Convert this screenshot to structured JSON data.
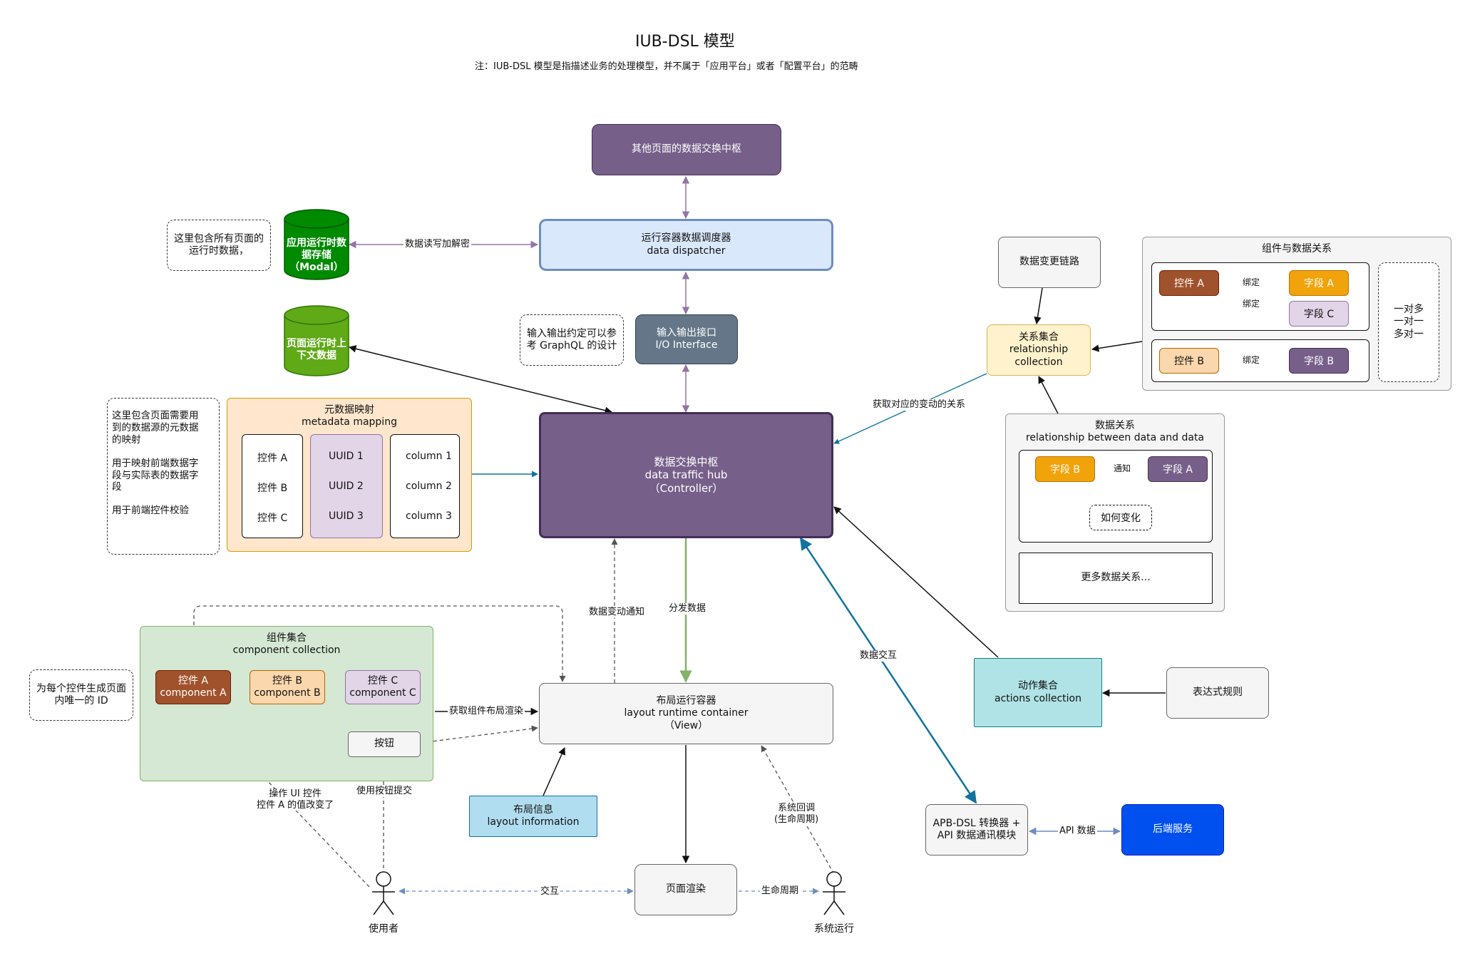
{
  "header": {
    "title": "IUB-DSL 模型",
    "subtitle": "注：IUB-DSL 模型是指描述业务的处理模型，并不属于「应用平台」或者「配置平台」的范畴"
  },
  "nodes": {
    "other_hub": "其他页面的数据交换中枢",
    "dispatcher": [
      "运行容器数据调度器",
      "data dispatcher"
    ],
    "io": [
      "输入输出接口",
      "I/O Interface"
    ],
    "hub": [
      "数据交换中枢",
      "data traffic hub",
      "（Controller）"
    ],
    "layout_container": [
      "布局运行容器",
      "layout runtime container",
      "（View）"
    ],
    "layout_info": [
      "布局信息",
      "layout information"
    ],
    "page_render": "页面渲染",
    "relationship": [
      "关系集合",
      "relationship collection"
    ],
    "change_chain": "数据变更链路",
    "actions": [
      "动作集合",
      "actions collection"
    ],
    "expr_rules": "表达式规则",
    "apb": [
      "APB-DSL 转换器 +",
      "API 数据通讯模块"
    ],
    "backend": "后端服务",
    "storage": [
      "应用运行时数",
      "据存储",
      "（Modal）"
    ],
    "context": [
      "页面运行时上",
      "下文数据"
    ]
  },
  "notes": {
    "storage_note": [
      "这里包含所有页面的",
      "运行时数据，"
    ],
    "graphql_note": [
      "输入输出约定可以参",
      "考 GraphQL 的设计"
    ],
    "meta_note": [
      "这里包含页面需要用",
      "到的数据源的元数据",
      "的映射",
      "",
      "用于映射前端数据字",
      "段与实际表的数据字",
      "段",
      "",
      "用于前端控件校验"
    ],
    "id_note": [
      "为每个控件生成页面",
      "内唯一的 ID"
    ],
    "onetomany": [
      "一对多",
      "一对一",
      "多对一"
    ],
    "how_change": "如何变化",
    "more_relations": "更多数据关系..."
  },
  "metadata": {
    "title": [
      "元数据映射",
      "metadata mapping"
    ],
    "controls": [
      "控件 A",
      "控件 B",
      "控件 C"
    ],
    "uuids": [
      "UUID 1",
      "UUID 2",
      "UUID 3"
    ],
    "columns": [
      "column 1",
      "column 2",
      "column 3"
    ]
  },
  "components": {
    "title": [
      "组件集合",
      "component collection"
    ],
    "a": [
      "控件 A",
      "component A"
    ],
    "b": [
      "控件 B",
      "component B"
    ],
    "c": [
      "控件 C",
      "component C"
    ],
    "button": "按钮"
  },
  "comp_data_rel": {
    "title": "组件与数据关系",
    "ctrl_a": "控件 A",
    "ctrl_b": "控件 B",
    "field_a": "字段 A",
    "field_c": "字段 C",
    "field_b": "字段 B",
    "bind": "绑定"
  },
  "data_rel": {
    "title": [
      "数据关系",
      "relationship between data and data"
    ],
    "field_b": "字段 B",
    "field_a": "字段 A",
    "notify": "通知"
  },
  "actors": {
    "user": "使用者",
    "system": "系统运行"
  },
  "edge_labels": {
    "rw_encrypt": "数据读写加解密",
    "get_changes": "获取对应的变动的关系",
    "change_notify": "数据变动通知",
    "dispatch": "分发数据",
    "interact_data": "数据交互",
    "get_layout": "获取组件布局渲染",
    "operate_ui": [
      "操作 UI 控件",
      "控件 A 的值改变了"
    ],
    "submit": "使用按钮提交",
    "callback": [
      "系统回调",
      "(生命周期)"
    ],
    "interact": "交互",
    "lifecycle": "生命周期",
    "api_data": "API 数据"
  },
  "colors": {
    "purple": "#76608a",
    "blue_light": "#dae8fc",
    "blue_border": "#6c8ebf",
    "slate": "#647687",
    "orange_light": "#ffe6cc",
    "yellow_light": "#fff2cc",
    "green_light": "#d5e8d4",
    "cyan": "#b0e3e6",
    "light_blue": "#b1ddf0",
    "brown": "#a0522d",
    "amber": "#f0a30a",
    "lilac": "#e1d5e7",
    "peach": "#fad7ac",
    "cobalt": "#0050ef",
    "cyl_green": "#008a00",
    "cyl_green2": "#60a917"
  }
}
